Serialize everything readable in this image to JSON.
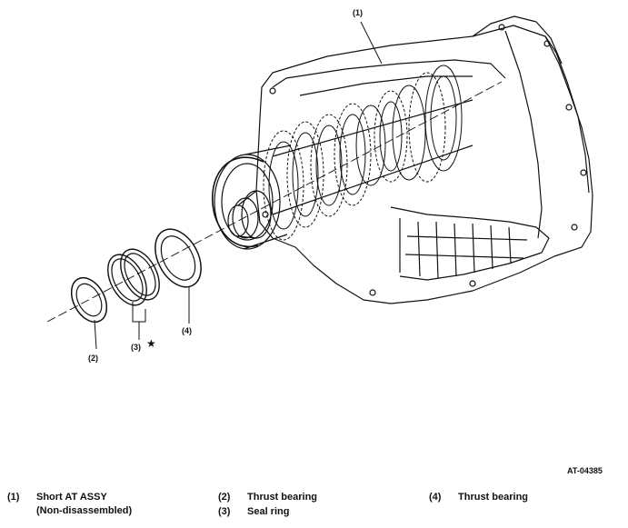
{
  "callouts": {
    "c1": "(1)",
    "c2": "(2)",
    "c3": "(3)",
    "c3_star": "★",
    "c4": "(4)"
  },
  "figure_code": "AT-04385",
  "legend": [
    {
      "num": "(1)",
      "lines": [
        "Short AT ASSY",
        "(Non-disassembled)"
      ]
    },
    {
      "num": "(2)",
      "lines": [
        "Thrust bearing"
      ]
    },
    {
      "num": "(3)",
      "lines": [
        "Seal ring"
      ]
    },
    {
      "num": "(4)",
      "lines": [
        "Thrust bearing"
      ]
    }
  ]
}
